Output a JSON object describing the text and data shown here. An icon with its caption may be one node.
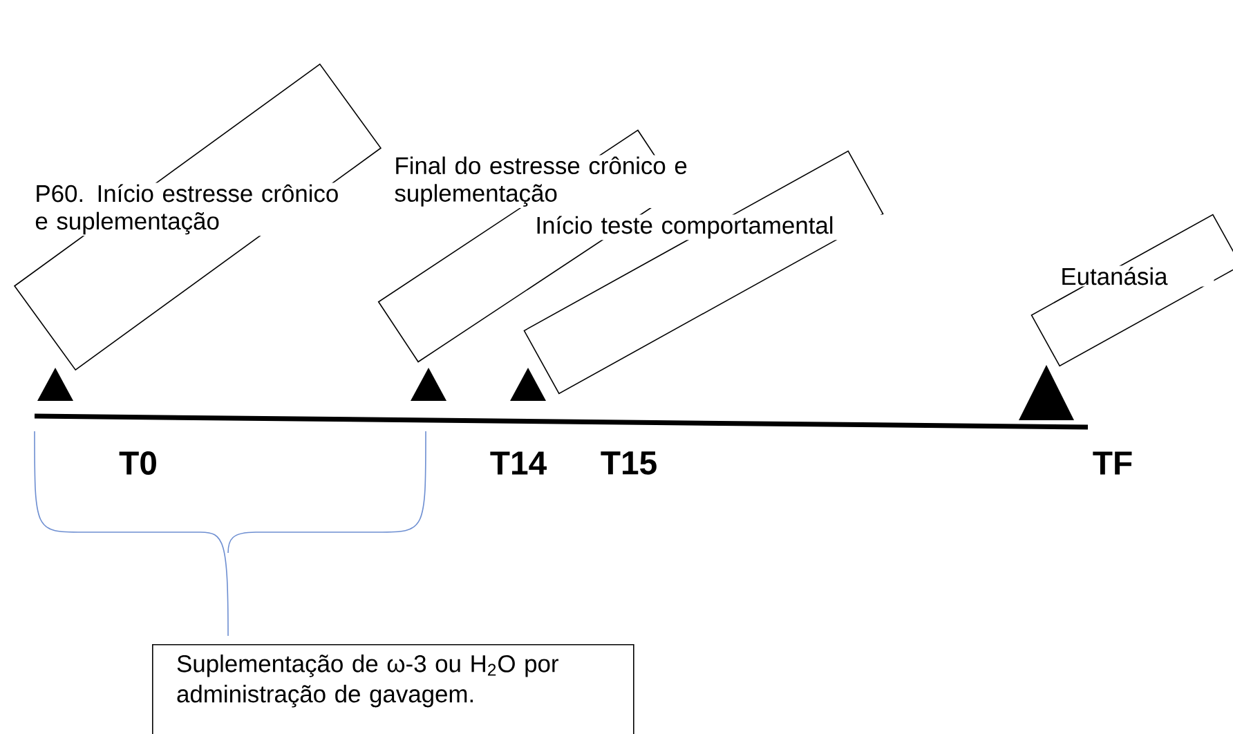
{
  "diagram": {
    "nodes": [
      {
        "text": [
          "P60. Início estresse crônico e suplementação"
        ]
      },
      {
        "text": [
          "Final do estresse crônico e suplementação"
        ]
      },
      {
        "text": [
          "Início teste comportamental"
        ]
      },
      {
        "text": [
          "Eutanásia"
        ]
      },
      {
        "text": [
          "Suplementação de ω-3 ou H$_{2}$O por administração de gavagem."
        ]
      }
    ],
    "labels": [
      "T0",
      "T14",
      "T15",
      "TF"
    ]
  }
}
